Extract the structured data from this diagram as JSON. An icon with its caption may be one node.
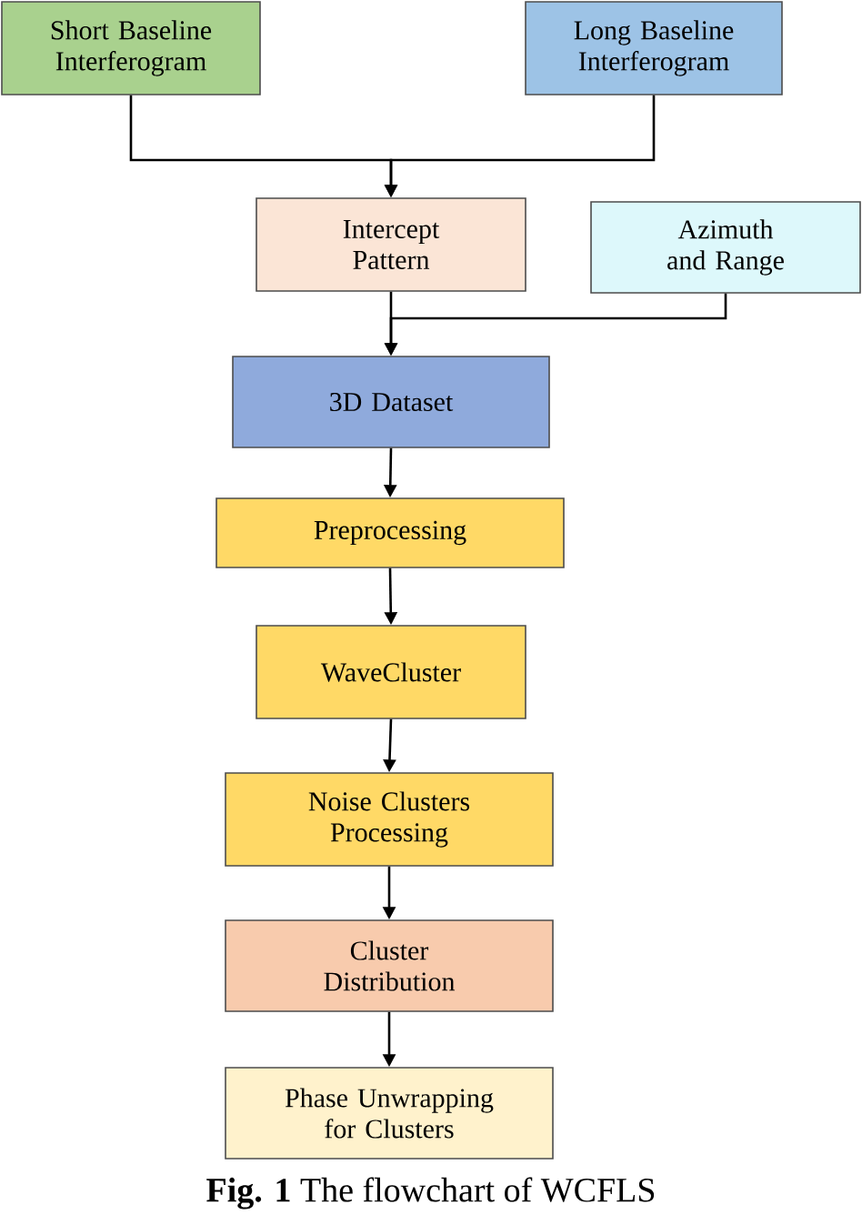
{
  "diagram": {
    "caption": "**Fig. 1** The flowchart of WCFLS",
    "nodes": [
      {
        "text": [
          "Short Baseline Interferogram"
        ]
      },
      {
        "text": [
          "Long Baseline Interferogram"
        ]
      },
      {
        "text": [
          "Intercept Pattern"
        ]
      },
      {
        "text": [
          "Azimuth and Range"
        ]
      },
      {
        "text": [
          "3D Dataset"
        ]
      },
      {
        "text": [
          "Preprocessing"
        ]
      },
      {
        "text": [
          "WaveCluster"
        ]
      },
      {
        "text": [
          "Noise Clusters Processing"
        ]
      },
      {
        "text": [
          "Cluster Distribution"
        ]
      },
      {
        "text": [
          "Phase Unwrapping for Clusters"
        ]
      }
    ],
    "edges": [
      {
        "from": 0,
        "to": 2,
        "arrow": "to"
      },
      {
        "from": 1,
        "to": 2,
        "arrow": "to"
      },
      {
        "from": 2,
        "to": 4,
        "arrow": "to"
      },
      {
        "from": 3,
        "to": 4,
        "arrow": "to"
      },
      {
        "from": 4,
        "to": 5,
        "arrow": "to"
      },
      {
        "from": 5,
        "to": 6,
        "arrow": "to"
      },
      {
        "from": 6,
        "to": 7,
        "arrow": "to"
      },
      {
        "from": 7,
        "to": 8,
        "arrow": "to"
      },
      {
        "from": 8,
        "to": 9,
        "arrow": "to"
      }
    ]
  }
}
